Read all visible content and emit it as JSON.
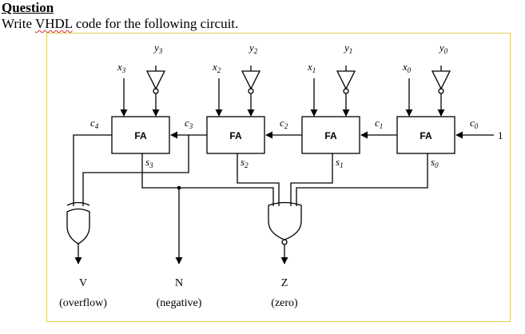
{
  "question": {
    "heading": "Question",
    "heading_tail": " ",
    "text_before": "Write ",
    "text_vhdl": "VHDL",
    "text_after": " code for the following circuit."
  },
  "circuit": {
    "blocks": [
      "FA",
      "FA",
      "FA",
      "FA"
    ],
    "x_inputs": [
      "x",
      "x",
      "x",
      "x"
    ],
    "x_subs": [
      "3",
      "2",
      "1",
      "0"
    ],
    "y_inputs": [
      "y",
      "y",
      "y",
      "y"
    ],
    "y_subs": [
      "3",
      "2",
      "1",
      "0"
    ],
    "sums": [
      "s",
      "s",
      "s",
      "s"
    ],
    "sum_subs": [
      "3",
      "2",
      "1",
      "0"
    ],
    "carries": [
      "c",
      "c",
      "c",
      "c",
      "c"
    ],
    "carry_subs": [
      "4",
      "3",
      "2",
      "1",
      "0"
    ],
    "carry_in_value": "1",
    "outputs": [
      {
        "symbol": "V",
        "desc": "(overflow)"
      },
      {
        "symbol": "N",
        "desc": "(negative)"
      },
      {
        "symbol": "Z",
        "desc": "(zero)"
      }
    ]
  }
}
